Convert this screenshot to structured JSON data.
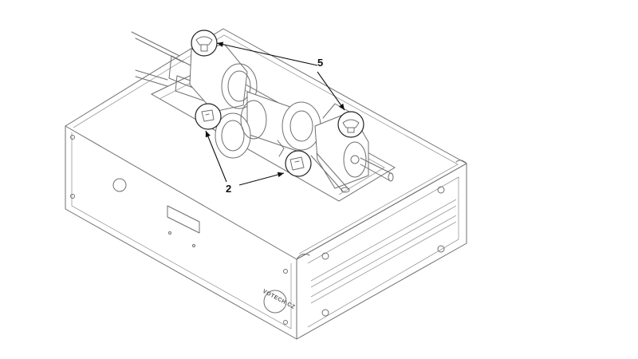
{
  "callouts": {
    "label_5": "5",
    "label_2": "2"
  },
  "brand_text": "VOTECH.CZ",
  "colors": {
    "line": "#6f6f6f",
    "callout": "#111111",
    "background": "#ffffff"
  }
}
